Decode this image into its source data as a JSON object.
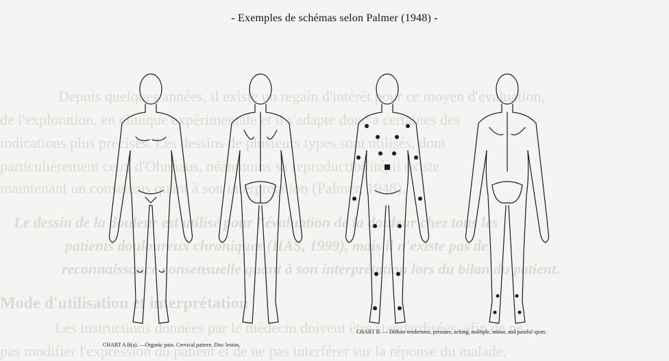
{
  "document": {
    "title": "- Exemples de schémas selon Palmer (1948) -",
    "figures": [
      {
        "id": "fig-a",
        "view": "front",
        "caption": "CHART A B(a). —Organic pain. Cervical pattern. Disc lesion."
      },
      {
        "id": "fig-b",
        "view": "back",
        "caption": ""
      },
      {
        "id": "fig-c",
        "view": "front-marked",
        "caption": "CHART B. — Diffuse tenderness, pressure, aching, multiple, minor, and painful spots."
      },
      {
        "id": "fig-d",
        "view": "back",
        "caption": ""
      }
    ],
    "background_text": [
      "Depuis quelques années, il existe un regain d'intérêt pour ce moyen d'évaluation,",
      "de l'exploration, en clinique expérimentale et il s'adapte donc à certaines des",
      "indications plus précises. Les dessins de plusieurs types sont utilisés, dont",
      "particulièrement ceux d'Ohnhaus, néanmoins sa reproductibilité, il existe",
      "maintenant un consensus quant à son interprétation (Palmer, 1948).",
      "Le dessin de la douleur est utilisé pour l'évaluation de la douleur chez tous les",
      "patients douloureux chroniques (HAS, 1999), mais il n'existe pas de",
      "reconnaissance consensuelle quant à son interprétation lors du bilan du patient.",
      "Mode d'utilisation et interprétation",
      "Les instructions données par le médecin doivent être standardisées, afin de ne",
      "pas modifier l'expression du patient et de ne pas interférer sur la réponse du malade."
    ],
    "colors": {
      "paper": "#f4f4f2",
      "ink": "#141414",
      "ghost": "#dadad6"
    }
  }
}
